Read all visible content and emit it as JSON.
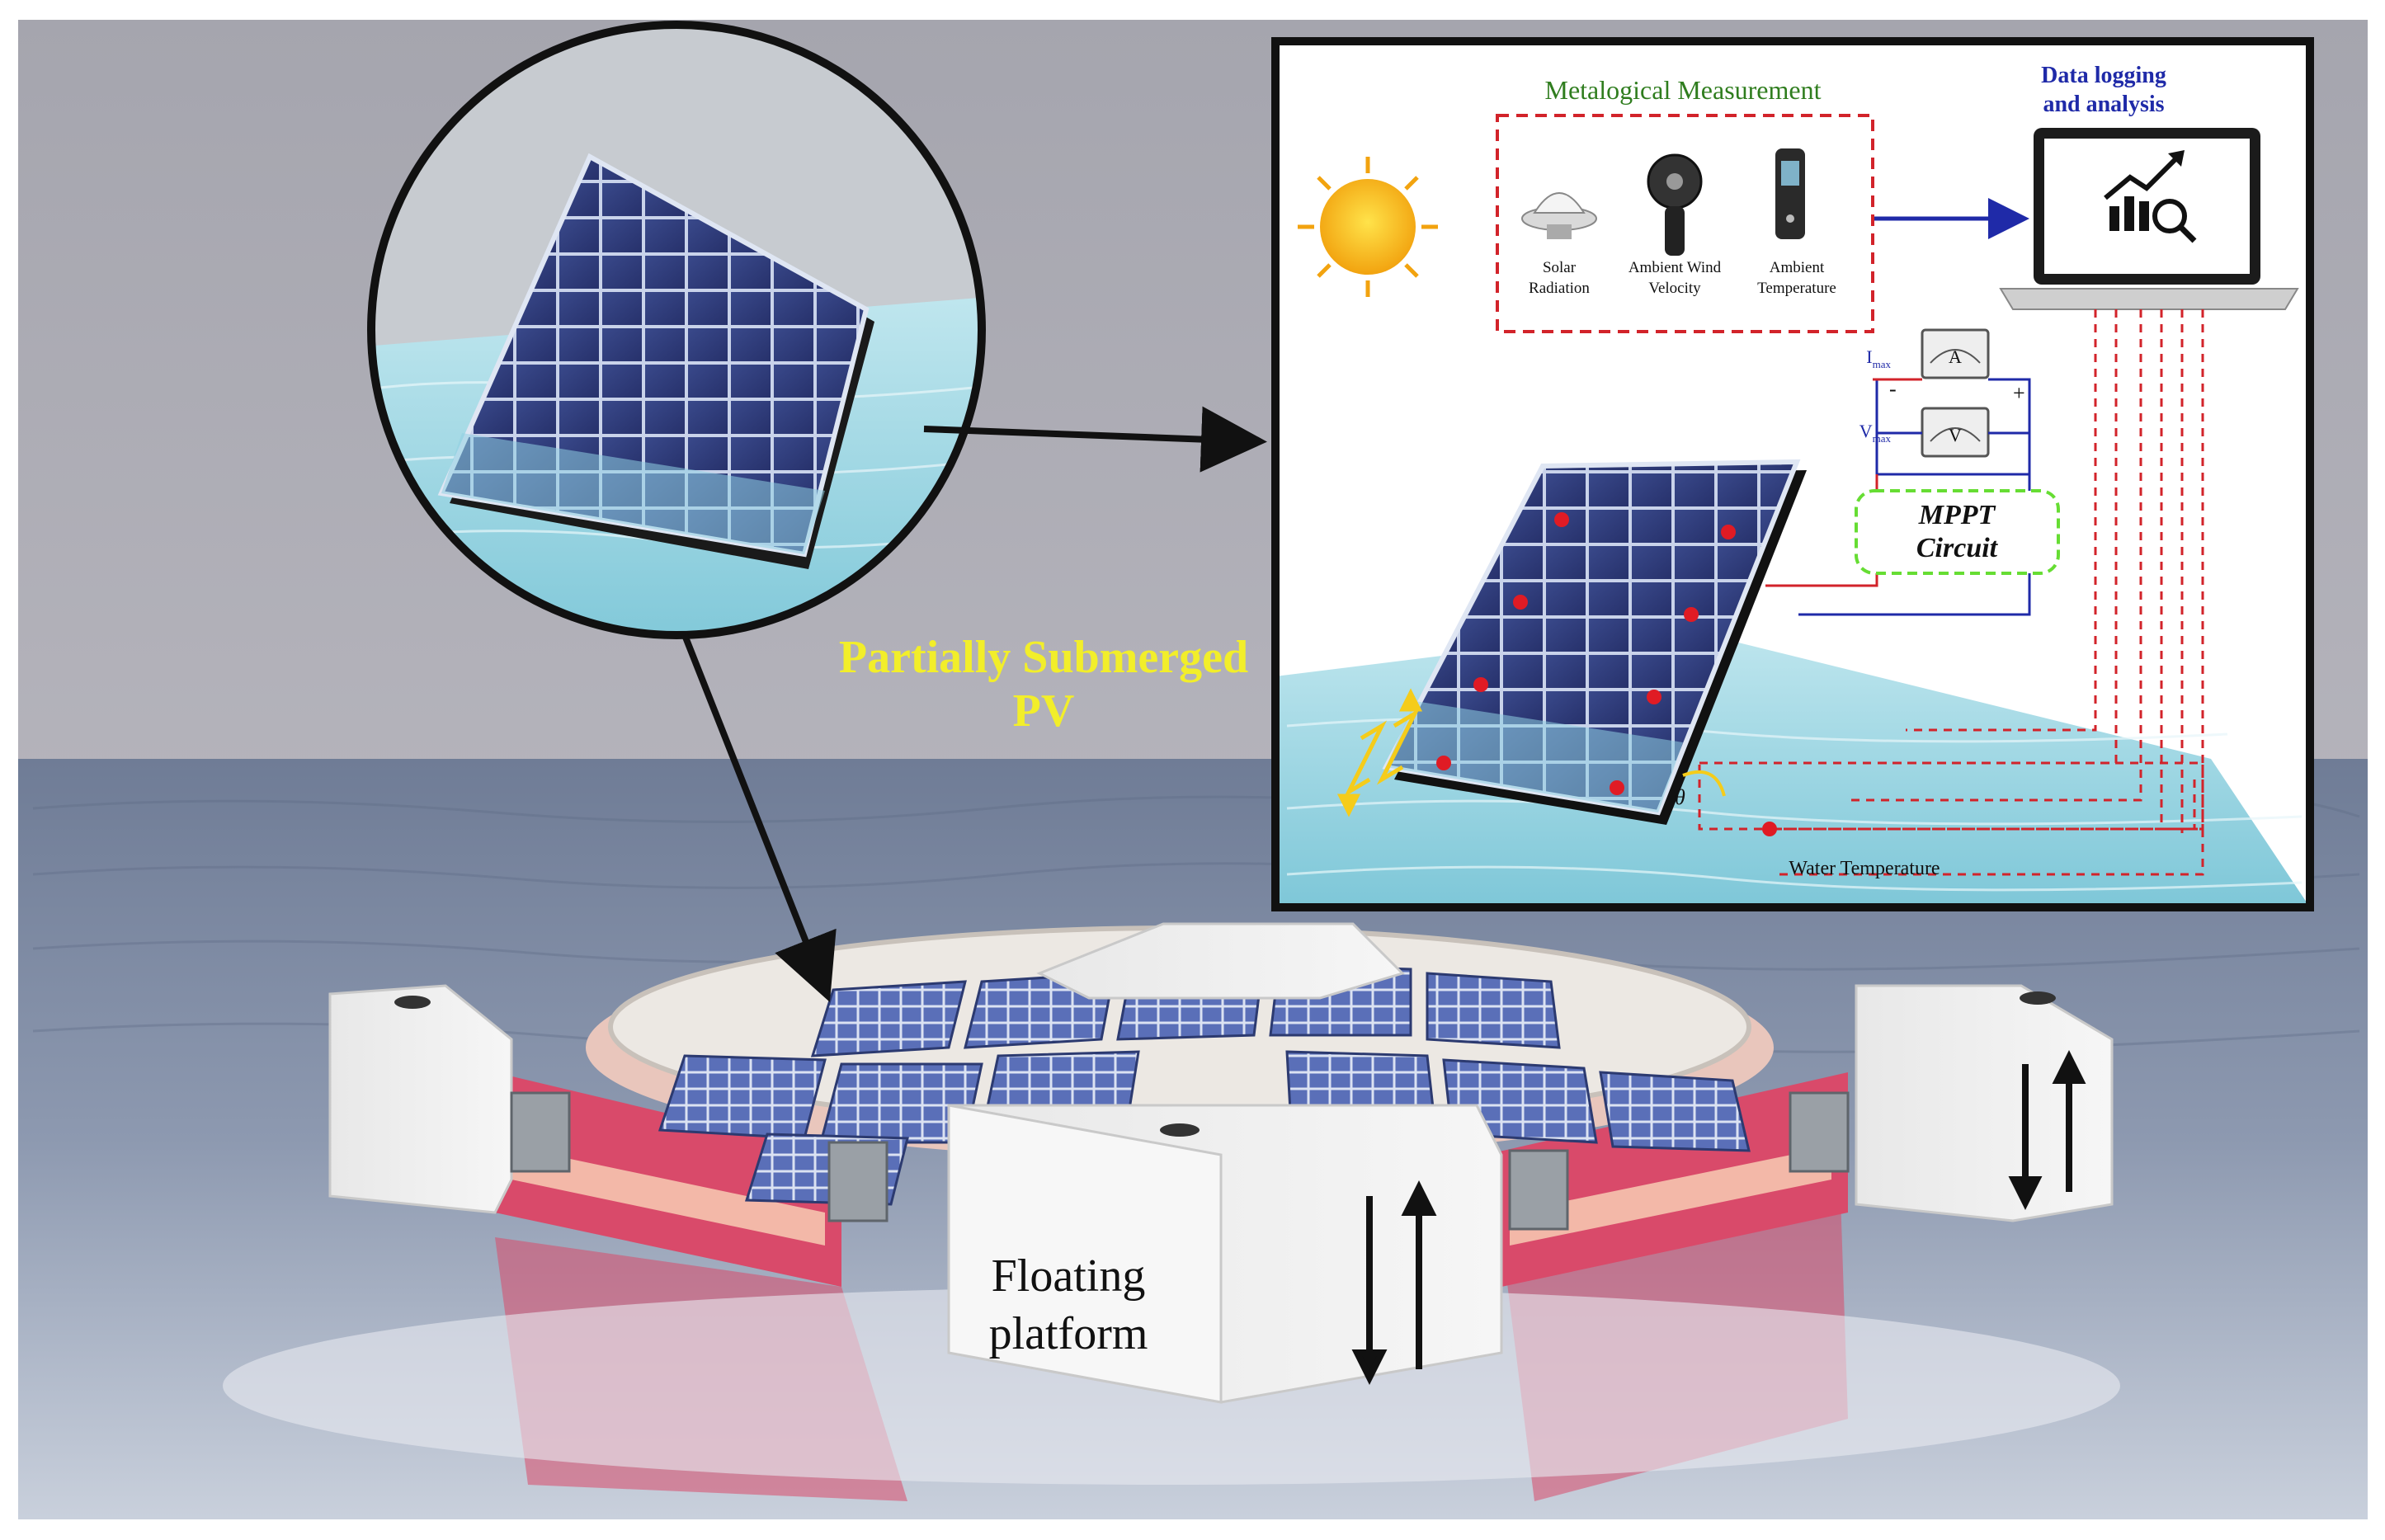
{
  "scene": {
    "callout_label": [
      "Partially Submerged",
      "PV"
    ],
    "platform_label": [
      "Floating",
      "platform"
    ]
  },
  "measurement_panel": {
    "group_title": "Metalogical Measurement",
    "sensors": [
      {
        "icon": "pyranometer-icon",
        "label": [
          "Solar",
          "Radiation"
        ]
      },
      {
        "icon": "anemometer-icon",
        "label": [
          "Ambient Wind",
          "Velocity"
        ]
      },
      {
        "icon": "thermometer-icon",
        "label": [
          "Ambient",
          "Temperature"
        ]
      }
    ],
    "logging_title": [
      "Data logging",
      "and analysis"
    ],
    "current_meter": {
      "symbol": "A",
      "label": "I",
      "sub": "max"
    },
    "voltage_meter": {
      "symbol": "V",
      "label": "V",
      "sub": "max"
    },
    "polarity": {
      "minus": "-",
      "plus": "+"
    },
    "mppt_label": [
      "MPPT",
      "Circuit"
    ],
    "tilt_symbol": "θ",
    "water_temp_label": "Water Temperature"
  },
  "colors": {
    "sky": "#a3a3ad",
    "water": "#7d8aa3",
    "callout_text": "#f2ee2a",
    "measure_title": "#2f7d1e",
    "logging_title": "#1f2aa8",
    "dashed_red": "#d2232a",
    "mppt_border": "#66dd33",
    "arrow_blue": "#1f2aa8",
    "sensor_dot": "#e01b24",
    "platform_pink": "#d94a6a"
  }
}
